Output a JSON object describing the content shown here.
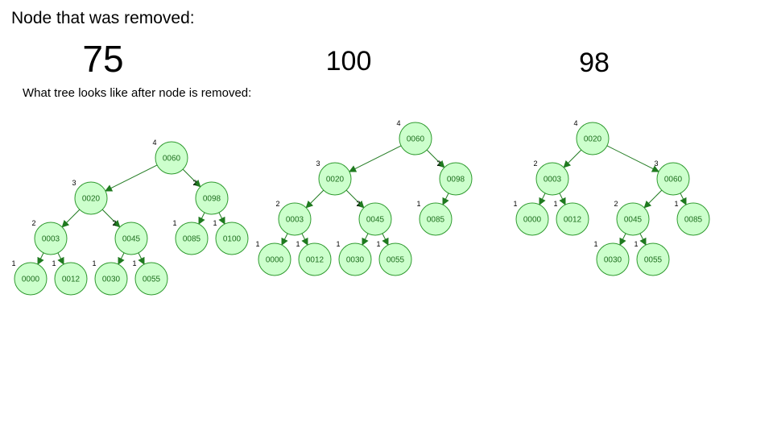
{
  "heading": "Node that was removed:",
  "subheading": "What tree looks like after node is removed:",
  "removed": [
    "75",
    "100",
    "98"
  ],
  "trees": [
    {
      "removed": "75",
      "nodes": [
        {
          "id": "0060",
          "height": "4",
          "children": [
            "0020",
            "0098"
          ]
        },
        {
          "id": "0020",
          "height": "3",
          "children": [
            "0003",
            "0045"
          ]
        },
        {
          "id": "0098",
          "height": "2",
          "children": [
            "0085",
            "0100"
          ]
        },
        {
          "id": "0003",
          "height": "2",
          "children": [
            "0000",
            "0012"
          ]
        },
        {
          "id": "0045",
          "height": "2",
          "children": [
            "0030",
            "0055"
          ]
        },
        {
          "id": "0085",
          "height": "1",
          "children": []
        },
        {
          "id": "0100",
          "height": "1",
          "children": []
        },
        {
          "id": "0000",
          "height": "1",
          "children": []
        },
        {
          "id": "0012",
          "height": "1",
          "children": []
        },
        {
          "id": "0030",
          "height": "1",
          "children": []
        },
        {
          "id": "0055",
          "height": "1",
          "children": []
        }
      ]
    },
    {
      "removed": "100",
      "nodes": [
        {
          "id": "0060",
          "height": "4",
          "children": [
            "0020",
            "0098"
          ]
        },
        {
          "id": "0020",
          "height": "3",
          "children": [
            "0003",
            "0045"
          ]
        },
        {
          "id": "0098",
          "height": "2",
          "children": [
            "0085"
          ]
        },
        {
          "id": "0003",
          "height": "2",
          "children": [
            "0000",
            "0012"
          ]
        },
        {
          "id": "0045",
          "height": "2",
          "children": [
            "0030",
            "0055"
          ]
        },
        {
          "id": "0085",
          "height": "1",
          "children": []
        },
        {
          "id": "0000",
          "height": "1",
          "children": []
        },
        {
          "id": "0012",
          "height": "1",
          "children": []
        },
        {
          "id": "0030",
          "height": "1",
          "children": []
        },
        {
          "id": "0055",
          "height": "1",
          "children": []
        }
      ]
    },
    {
      "removed": "98",
      "nodes": [
        {
          "id": "0020",
          "height": "4",
          "children": [
            "0003",
            "0060"
          ]
        },
        {
          "id": "0003",
          "height": "2",
          "children": [
            "0000",
            "0012"
          ]
        },
        {
          "id": "0060",
          "height": "3",
          "children": [
            "0045",
            "0085"
          ]
        },
        {
          "id": "0000",
          "height": "1",
          "children": []
        },
        {
          "id": "0012",
          "height": "1",
          "children": []
        },
        {
          "id": "0045",
          "height": "2",
          "children": [
            "0030",
            "0055"
          ]
        },
        {
          "id": "0085",
          "height": "1",
          "children": []
        },
        {
          "id": "0030",
          "height": "1",
          "children": []
        },
        {
          "id": "0055",
          "height": "1",
          "children": []
        }
      ]
    }
  ]
}
